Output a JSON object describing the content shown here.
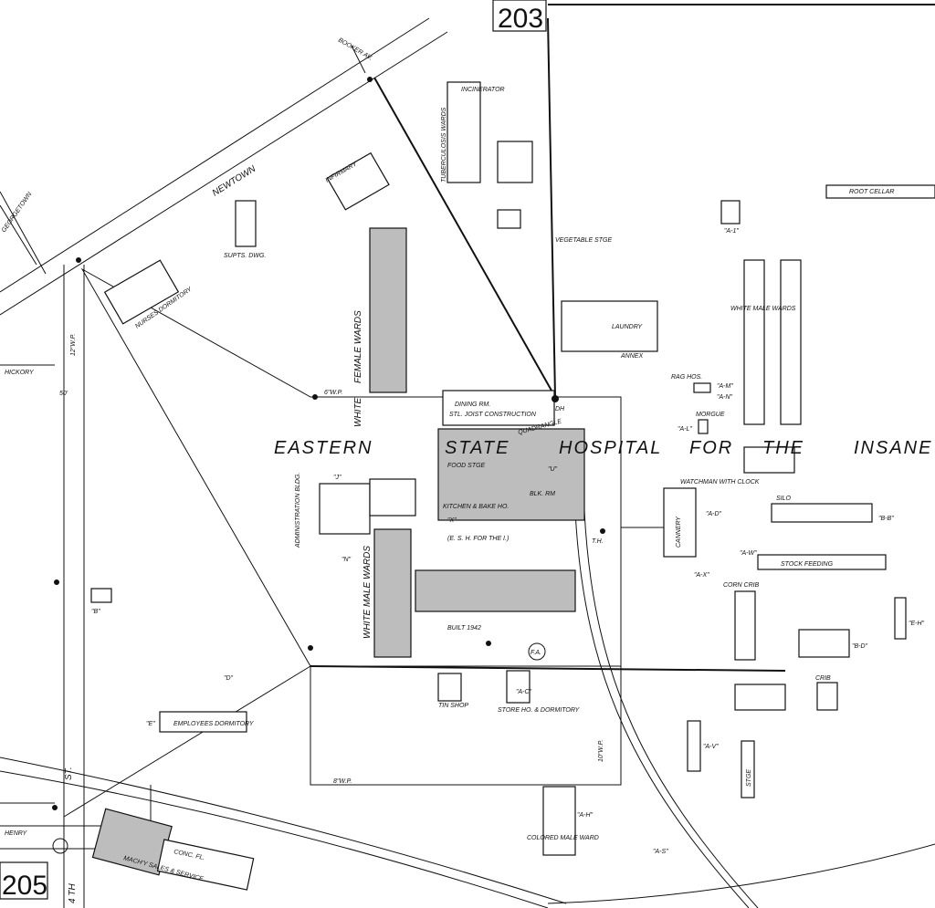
{
  "map": {
    "sheet_numbers": [
      "203",
      "205"
    ],
    "title": [
      "EASTERN",
      "STATE",
      "HOSPITAL",
      "FOR",
      "THE",
      "INSANE"
    ],
    "streets": {
      "newtown": "NEWTOWN",
      "booker": "BOOKER AV.",
      "georgetown": "GEORGETOWN",
      "hickory": "HICKORY",
      "henry": "HENRY",
      "st": "ST.",
      "fourth": "4 TH"
    },
    "buildings": {
      "dining": "DINING RM.",
      "dining_note": "STL. JOIST CONSTRUCTION",
      "kitchen": "KITCHEN & BAKE HO.",
      "female_wards": "FEMALE WARDS",
      "white": "WHITE",
      "white_male_wards_w": "WHITE MALE WARDS",
      "white_male_wards_e": "WHITE MALE WARDS",
      "admin": "ADMINISTRATION BLDG.",
      "infirmary": "INFIRMARY",
      "nurses": "NURSES DORMITORY",
      "supts": "SUPTS. DWG.",
      "tb": "TUBERCULOSIS WARDS",
      "incinerator": "INCINERATOR",
      "laundry": "LAUNDRY",
      "annex": "ANNEX",
      "rag": "RAG HOS.",
      "morgue": "MORGUE",
      "cannery": "CANNERY",
      "watchman": "WATCHMAN WITH CLOCK",
      "root_cellar": "ROOT CELLAR",
      "stock_feeding": "STOCK FEEDING",
      "colored_ward": "COLORED MALE WARD",
      "employees": "EMPLOYEES DORMITORY",
      "machy": "MACH'Y SALES & SERVICE",
      "quadrangle": "QUADRANGLE",
      "food_stge": "FOOD STGE",
      "built": "BUILT 1942",
      "tin_shop": "TIN SHOP",
      "store_ho": "STORE HO. & DORMITORY",
      "vegetable": "VEGETABLE STGE",
      "corn_crib": "CORN CRIB",
      "crib": "CRIB",
      "silo": "SILO",
      "stge": "STGE",
      "blk_rm": "BLK. RM",
      "conc_fl": "CONC. FL."
    },
    "letters": {
      "bb": "\"B-B\"",
      "bd": "\"B-D\"",
      "eh": "\"E-H\"",
      "av": "\"A-V\"",
      "as": "\"A-S\"",
      "ah": "\"A-H\"",
      "ad": "\"A-D\"",
      "aw": "\"A-W\"",
      "ax": "\"A-X\"",
      "a1": "\"A-1\"",
      "n": "\"N\"",
      "j": "\"J\"",
      "b": "\"B\"",
      "d": "\"D\"",
      "e": "\"E\"",
      "ac": "\"A-C\"",
      "x": "\"X\"",
      "u": "\"U\"",
      "am": "\"A-M\"",
      "an": "\"A-N\"",
      "al": "\"A-L\""
    },
    "utilities": {
      "dh": "DH",
      "fa": "F.A.",
      "wp6": "6\"W.P.",
      "wp8": "8\"W.P.",
      "wp10": "10\"W.P.",
      "wp12": "12\"W.P.",
      "th": "T.H.",
      "esh": "(E. S. H. FOR THE I.)",
      "hickory_dist": "50'"
    }
  }
}
